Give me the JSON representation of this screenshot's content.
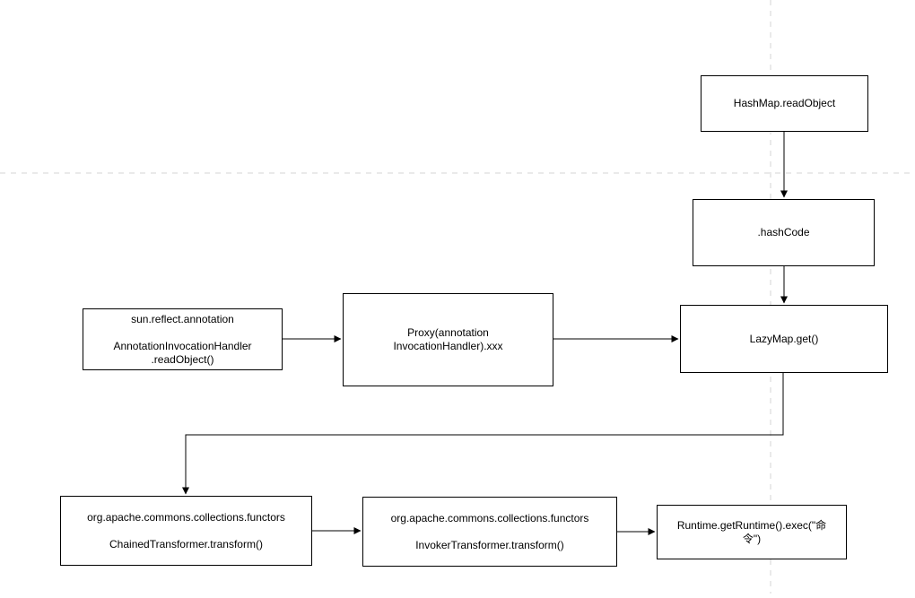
{
  "canvas": {
    "background_color": "#ffffff",
    "guide_color": "#d4d4d4",
    "node_fill": "#ffffff",
    "node_border_color": "#000000",
    "edge_color": "#000000",
    "text_color": "#000000"
  },
  "diagram": {
    "nodes": {
      "hashmap_readobject": {
        "lines": [
          "HashMap.readObject"
        ]
      },
      "hashcode": {
        "lines": [
          ".hashCode"
        ]
      },
      "lazymap_get": {
        "lines": [
          "LazyMap.get()"
        ]
      },
      "annotation_invocation_handler": {
        "lines": [
          "sun.reflect.annotation",
          "",
          "AnnotationInvocationHandler",
          ".readObject()"
        ]
      },
      "proxy": {
        "lines": [
          "Proxy(annotation",
          "InvocationHandler).xxx"
        ],
        "text": "Proxy(annotationInvocationHandler).xxx"
      },
      "chained_transformer": {
        "lines": [
          "org.apache.commons.collections.functors",
          "",
          "ChainedTransformer.transform()"
        ]
      },
      "invoker_transformer": {
        "lines": [
          "org.apache.commons.collections.functors",
          "",
          "InvokerTransformer.transform()"
        ]
      },
      "runtime_exec": {
        "lines": [
          "Runtime.getRuntime().exec(\"命",
          "令\")"
        ],
        "text": "Runtime.getRuntime().exec(\"命令\")"
      }
    },
    "edges": [
      {
        "from": "hashmap_readobject",
        "to": "hashcode"
      },
      {
        "from": "hashcode",
        "to": "lazymap_get"
      },
      {
        "from": "annotation_invocation_handler",
        "to": "proxy"
      },
      {
        "from": "proxy",
        "to": "lazymap_get"
      },
      {
        "from": "lazymap_get",
        "to": "chained_transformer"
      },
      {
        "from": "chained_transformer",
        "to": "invoker_transformer"
      },
      {
        "from": "invoker_transformer",
        "to": "runtime_exec"
      }
    ]
  }
}
